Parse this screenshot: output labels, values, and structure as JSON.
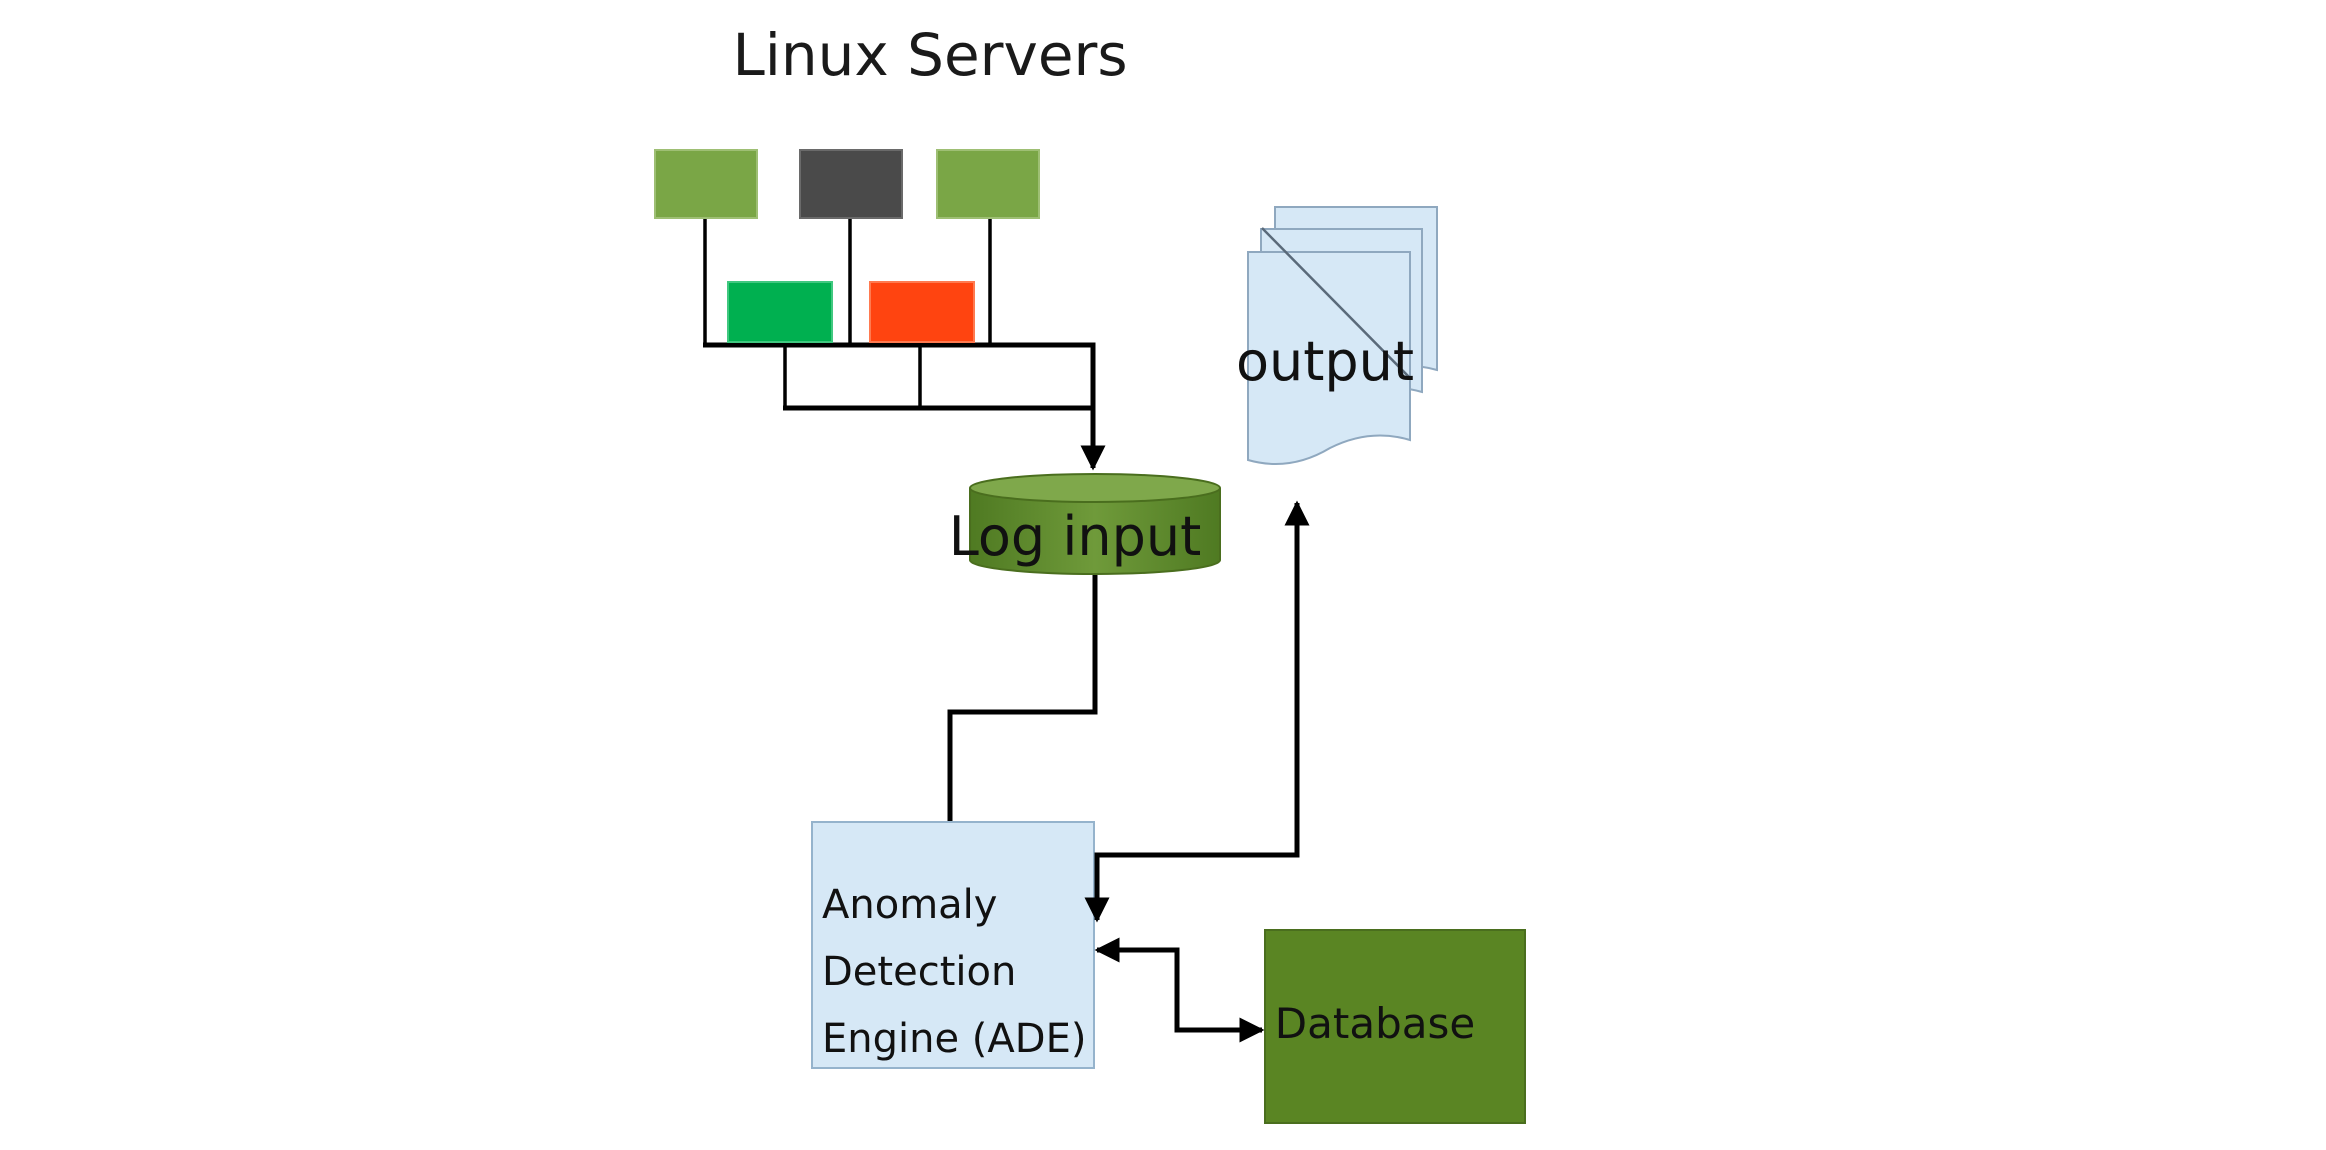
{
  "title": "Linux Servers",
  "nodes": {
    "log_input": "Log input",
    "output": "output",
    "ade_lines": [
      "Anomaly",
      "Detection",
      "Engine (ADE)"
    ],
    "database": "Database"
  },
  "colors": {
    "server_green_light": "#7aa646",
    "server_dark_gray": "#4a4a4a",
    "server_green_bright": "#00b050",
    "server_red_orange": "#ff4410",
    "log_input_green": "#5e8a2a",
    "output_fill": "#d6e8f6",
    "ade_fill": "#d6e8f6",
    "database_green": "#5a8523"
  }
}
